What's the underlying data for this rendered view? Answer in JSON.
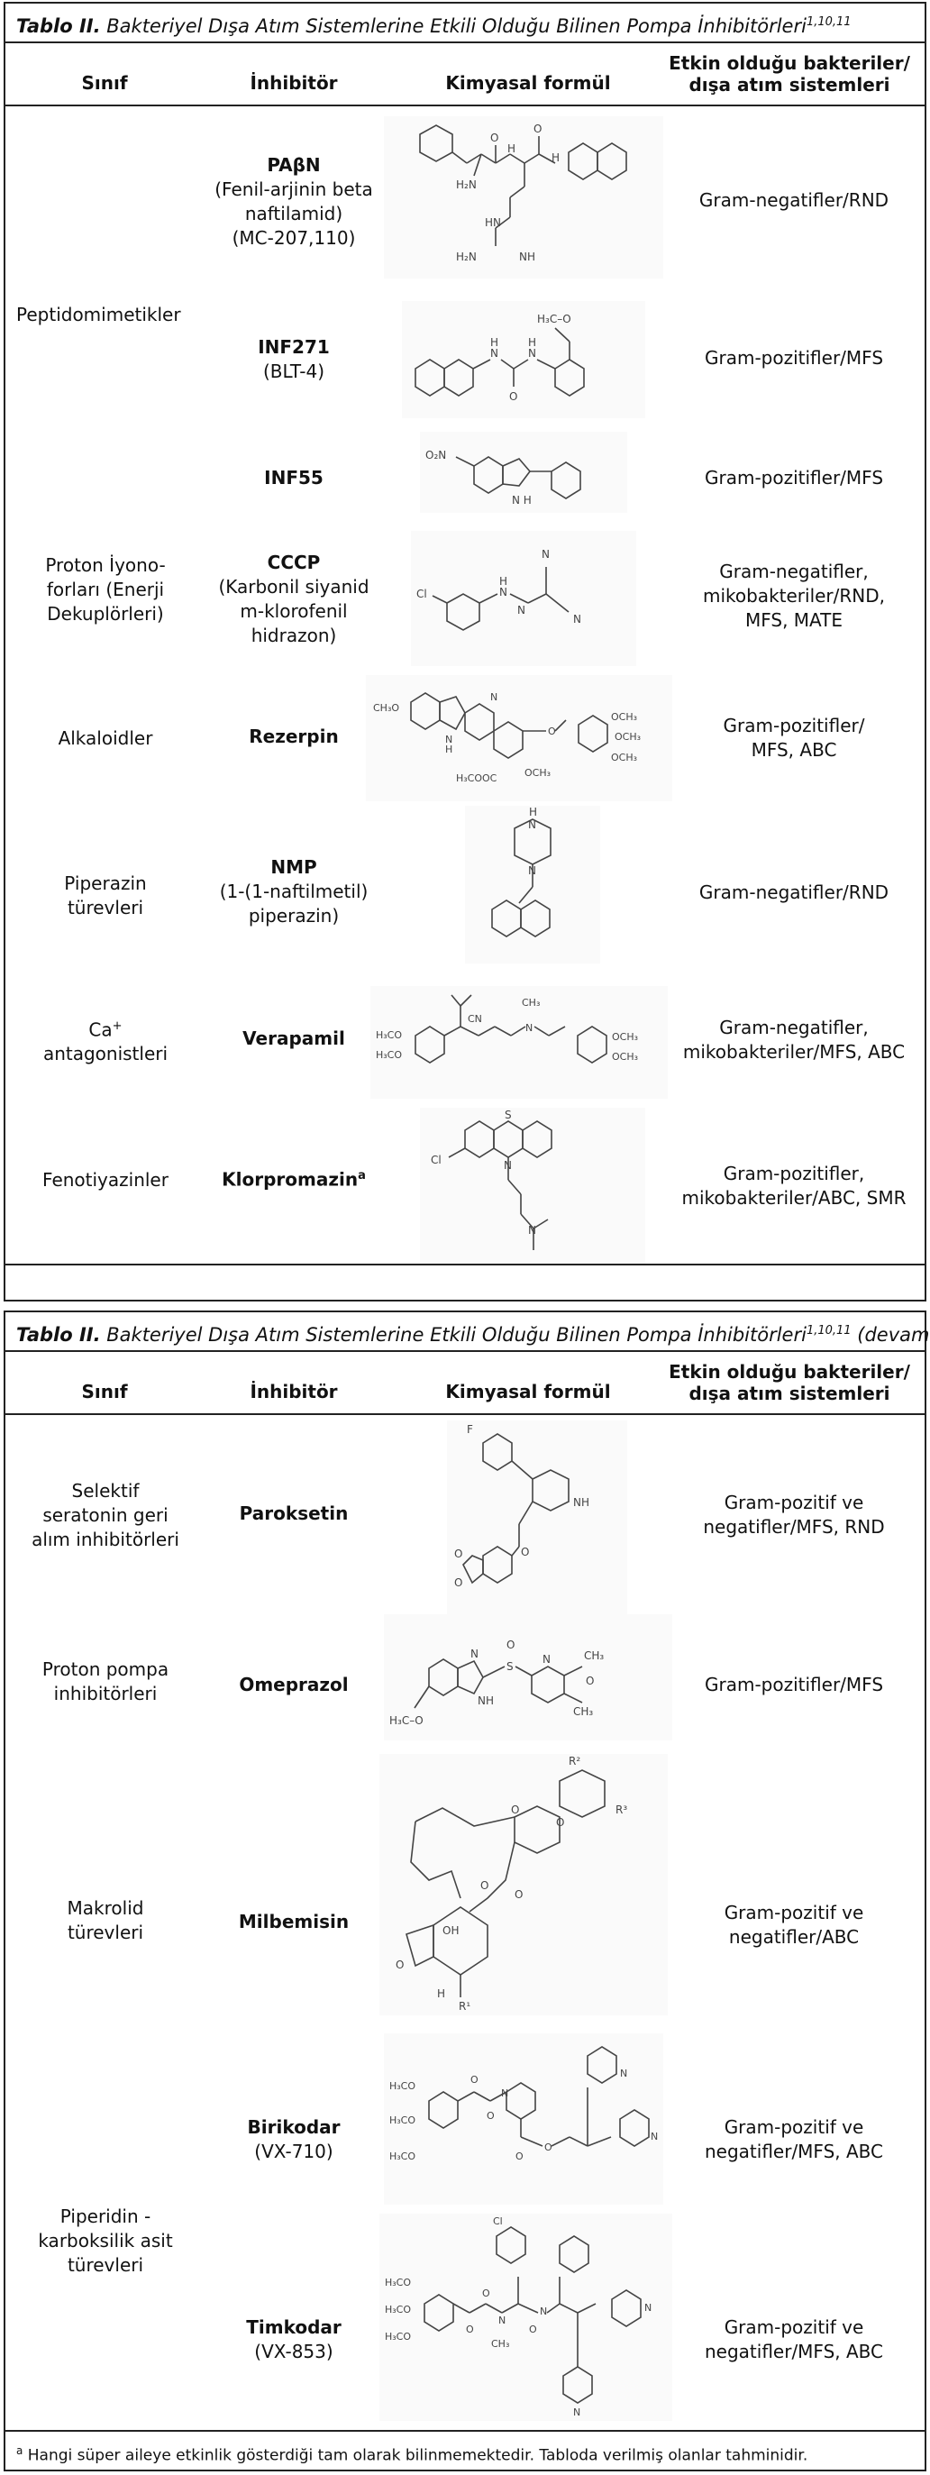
{
  "table1": {
    "caption_lead": "Tablo II.",
    "caption_rest": " Bakteriyel Dışa Atım Sistemlerine Etkili Olduğu Bilinen Pompa İnhibitörleri",
    "caption_refs": "1,10,11",
    "headers": {
      "sinif": "Sınıf",
      "inhibitor": "İnhibitör",
      "formul": "Kimyasal formül",
      "bact_line1": "Etkin olduğu bakteriler/",
      "bact_line2": "dışa atım sistemleri"
    },
    "classes": {
      "peptido": "Peptidomimetikler",
      "proton_l1": "Proton İyono-",
      "proton_l2": "forları (Enerji",
      "proton_l3": "Dekuplörleri)",
      "alkaloid": "Alkaloidler",
      "piperazin_l1": "Piperazin",
      "piperazin_l2": "türevleri",
      "ca_l1": "Ca",
      "ca_sup": "+",
      "ca_l2": "antagonistleri",
      "fenot": "Fenotiyazinler"
    },
    "rows": [
      {
        "name": "PAβN",
        "sub1": "(Fenil-arjinin beta",
        "sub2": "naftilamid)",
        "sub3": "(MC-207,110)",
        "bact1": "Gram-negatifler/RND",
        "bact2": "",
        "bact3": ""
      },
      {
        "name": "INF271",
        "sub1": "(BLT-4)",
        "sub2": "",
        "sub3": "",
        "bact1": "Gram-pozitifler/MFS",
        "bact2": "",
        "bact3": ""
      },
      {
        "name": "INF55",
        "sub1": "",
        "sub2": "",
        "sub3": "",
        "bact1": "Gram-pozitifler/MFS",
        "bact2": "",
        "bact3": ""
      },
      {
        "name": "CCCP",
        "sub1": "(Karbonil siyanid",
        "sub2": "m-klorofenil",
        "sub3": "hidrazon)",
        "bact1": "Gram-negatifler,",
        "bact2": "mikobakteriler/RND,",
        "bact3": "MFS, MATE"
      },
      {
        "name": "Rezerpin",
        "sub1": "",
        "sub2": "",
        "sub3": "",
        "bact1": "Gram-pozitifler/",
        "bact2": "MFS, ABC",
        "bact3": ""
      },
      {
        "name": "NMP",
        "sub1": "(1-(1-naftilmetil)",
        "sub2": "piperazin)",
        "sub3": "",
        "bact1": "Gram-negatifler/RND",
        "bact2": "",
        "bact3": ""
      },
      {
        "name": "Verapamil",
        "sub1": "",
        "sub2": "",
        "sub3": "",
        "bact1": "Gram-negatifler,",
        "bact2": "mikobakteriler/MFS, ABC",
        "bact3": ""
      },
      {
        "name": "Klorpromazin",
        "name_sup": "a",
        "sub1": "",
        "sub2": "",
        "sub3": "",
        "bact1": "Gram-pozitifler,",
        "bact2": "mikobakteriler/ABC, SMR",
        "bact3": ""
      }
    ]
  },
  "table2": {
    "caption_lead": "Tablo II.",
    "caption_rest": " Bakteriyel Dışa Atım Sistemlerine Etkili Olduğu Bilinen Pompa İnhibitörleri",
    "caption_refs": "1,10,11",
    "caption_suffix": " (devamı)",
    "headers": {
      "sinif": "Sınıf",
      "inhibitor": "İnhibitör",
      "formul": "Kimyasal formül",
      "bact_line1": "Etkin olduğu bakteriler/",
      "bact_line2": "dışa atım sistemleri"
    },
    "classes": {
      "ssri_l1": "Selektif",
      "ssri_l2": "seratonin geri",
      "ssri_l3": "alım inhibitörleri",
      "ppi_l1": "Proton pompa",
      "ppi_l2": "inhibitörleri",
      "makro_l1": "Makrolid",
      "makro_l2": "türevleri",
      "pip_l1": "Piperidin -",
      "pip_l2": "karboksilik asit",
      "pip_l3": "türevleri"
    },
    "rows": [
      {
        "name": "Paroksetin",
        "sub1": "",
        "bact1": "Gram-pozitif ve",
        "bact2": "negatifler/MFS, RND"
      },
      {
        "name": "Omeprazol",
        "sub1": "",
        "bact1": "Gram-pozitifler/MFS",
        "bact2": ""
      },
      {
        "name": "Milbemisin",
        "sub1": "",
        "bact1": "Gram-pozitif ve",
        "bact2": "negatifler/ABC"
      },
      {
        "name": "Birikodar",
        "sub1": "(VX-710)",
        "bact1": "Gram-pozitif ve",
        "bact2": "negatifler/MFS, ABC"
      },
      {
        "name": "Timkodar",
        "sub1": "(VX-853)",
        "bact1": "Gram-pozitif ve",
        "bact2": "negatifler/MFS, ABC"
      }
    ],
    "footnote_mark": "a",
    "footnote": " Hangi süper aileye etkinlik gösterdiği tam olarak bilinmemektedir. Tabloda verilmiş olanlar tahminidir."
  },
  "structure_labels": {
    "pabn_h2n": "H₂N",
    "pabn_nh2": "H₂N",
    "pabn_nh": "NH",
    "pabn_hn": "HN",
    "pabn_o": "O",
    "pabn_h": "H",
    "inf271_och3": "H₃C–O",
    "inf271_n": "N",
    "inf271_h": "H",
    "inf271_o": "O",
    "inf55_o2n": "O₂N",
    "inf55_nh": "N H",
    "cccp_cl": "Cl",
    "cccp_n": "N",
    "cccp_h": "H",
    "rez_ch3o": "CH₃O",
    "rez_n": "N",
    "rez_h": "H",
    "rez_h3cooc": "H₃COOC",
    "rez_och3": "OCH₃",
    "rez_o": "O",
    "nmp_h": "H",
    "nmp_n": "N",
    "ver_h3co": "H₃CO",
    "ver_cn": "CN",
    "ver_ch3": "CH₃",
    "ver_n": "N",
    "ver_och3": "OCH₃",
    "klor_cl": "Cl",
    "klor_s": "S",
    "klor_n": "N",
    "par_f": "F",
    "par_nh": "NH",
    "par_o": "O",
    "ome_ch3": "CH₃",
    "ome_o": "O",
    "ome_s": "S",
    "ome_n": "N",
    "ome_nh": "NH",
    "ome_h3co": "H₃C–O",
    "mil_r2": "R²",
    "mil_r3": "R³",
    "mil_r1": "R¹",
    "mil_o": "O",
    "mil_oh": "OH",
    "mil_h": "H",
    "bir_h3co": "H₃CO",
    "bir_n": "N",
    "bir_o": "O",
    "tim_cl": "Cl",
    "tim_h3co": "H₃CO",
    "tim_n": "N",
    "tim_ch3": "CH₃",
    "tim_o": "O"
  }
}
